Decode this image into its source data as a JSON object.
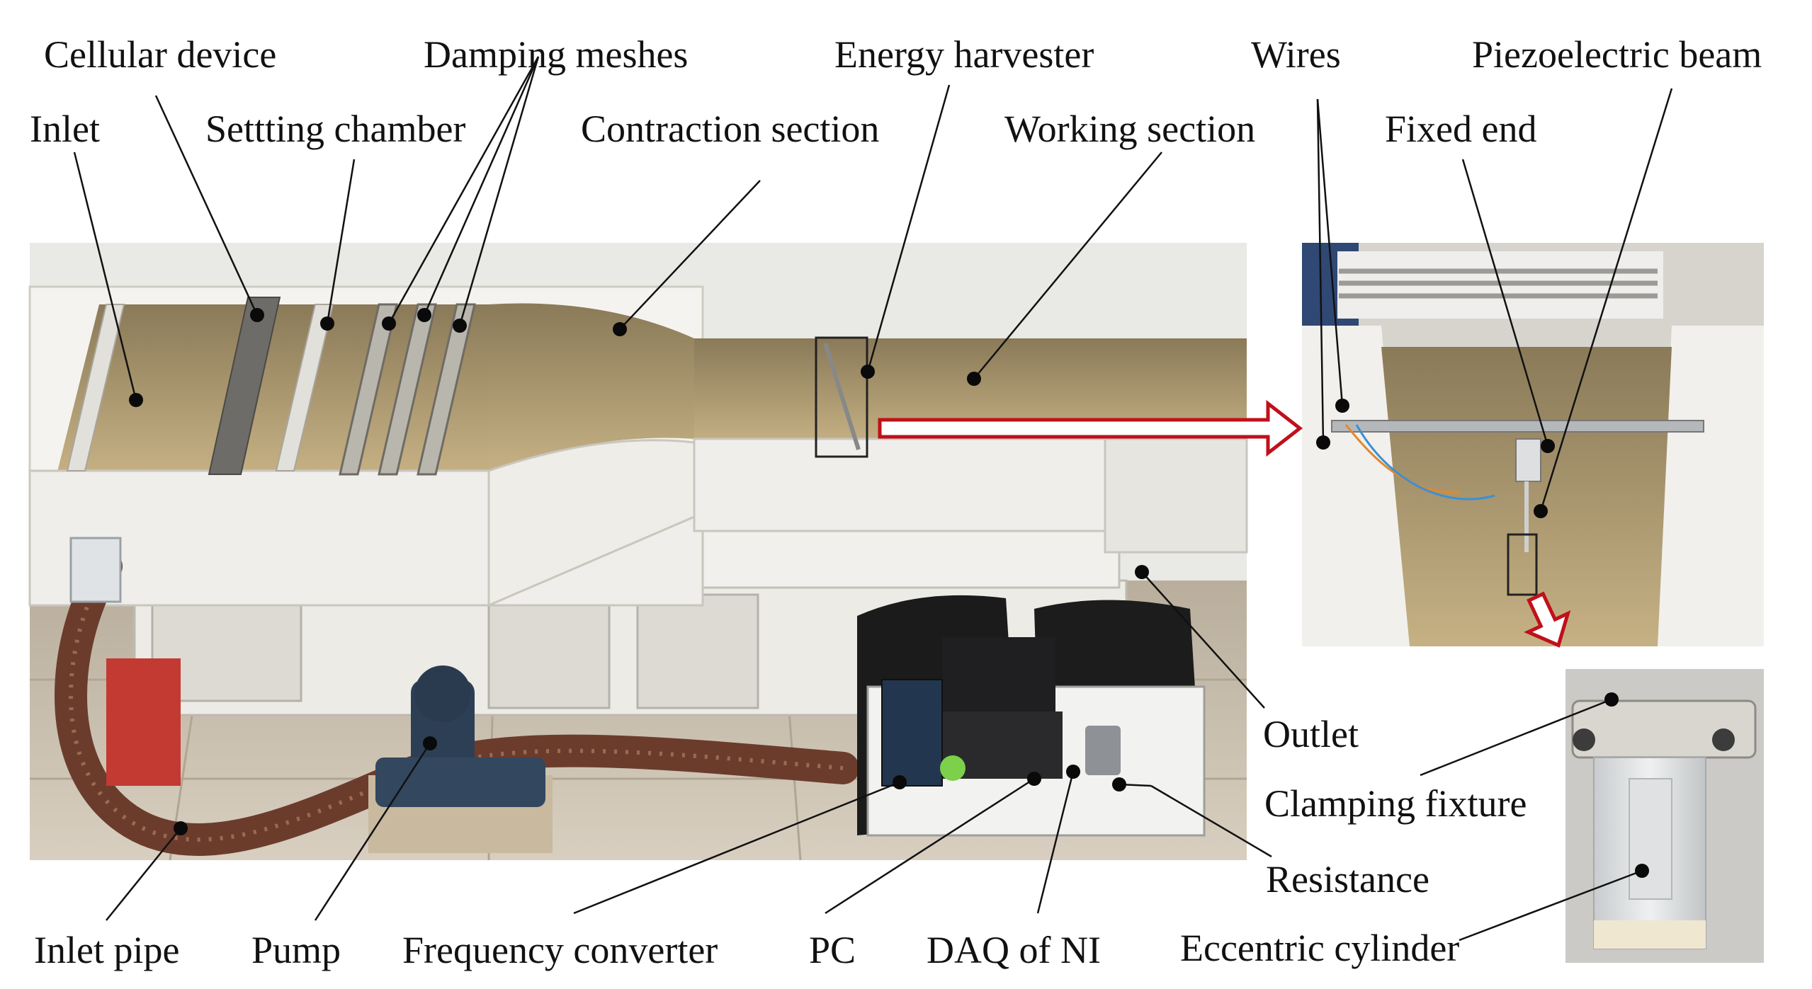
{
  "labels": {
    "cellular_device": "Cellular device",
    "damping_meshes": "Damping meshes",
    "energy_harvester": "Energy harvester",
    "wires": "Wires",
    "piezoelectric_beam": "Piezoelectric beam",
    "inlet": "Inlet",
    "settling_chamber": "Settting chamber",
    "contraction_section": "Contraction section",
    "working_section": "Working section",
    "fixed_end": "Fixed end",
    "outlet": "Outlet",
    "clamping_fixture": "Clamping fixture",
    "resistance": "Resistance",
    "inlet_pipe": "Inlet pipe",
    "pump": "Pump",
    "frequency_converter": "Frequency converter",
    "pc": "PC",
    "daq_of_ni": "DAQ of NI",
    "eccentric_cylinder": "Eccentric cylinder"
  },
  "colors": {
    "arrow_red": "#c0101a",
    "water": "#b9a476",
    "tank_wall": "#e8e6e0",
    "floor": "#cfc6b6",
    "hose": "#6b3c2c",
    "pump_blue": "#2c3f55"
  }
}
